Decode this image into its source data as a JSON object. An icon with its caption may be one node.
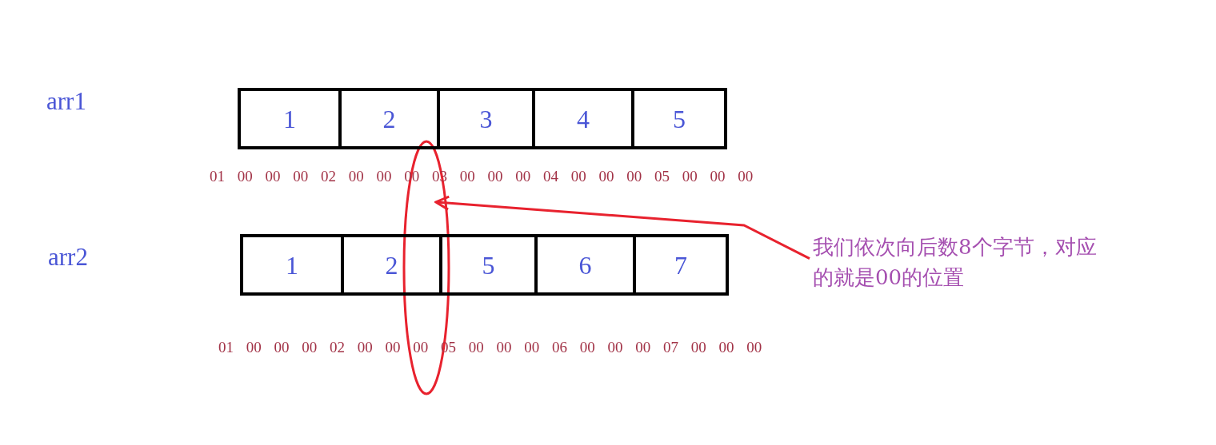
{
  "diagram": {
    "nodes": [
      {
        "text": [
          "1"
        ]
      },
      {
        "text": [
          "2"
        ]
      },
      {
        "text": [
          "3"
        ]
      },
      {
        "text": [
          "4"
        ]
      },
      {
        "text": [
          "5"
        ]
      },
      {
        "text": [
          "1"
        ]
      },
      {
        "text": [
          "2"
        ]
      },
      {
        "text": [
          "5"
        ]
      },
      {
        "text": [
          "6"
        ]
      },
      {
        "text": [
          "7"
        ]
      },
      {
        "text": [],
        "shape": "ellipse"
      },
      {
        "text": [
          "我们依次向后数8个字节，对应的就是00的位置"
        ]
      }
    ],
    "edges": [
      {
        "from": 11,
        "to": 10,
        "arrow": "to",
        "color": "#e8222e"
      }
    ],
    "labels": [
      "arr1",
      "01 00 00 00 02 00 00 00 03 00 00 00 04 00 00 00 05 00 00 00",
      "arr2",
      "01 00 00 00 02 00 00 00 05 00 00 00 06 00 00 00 07 00 00 00"
    ]
  }
}
